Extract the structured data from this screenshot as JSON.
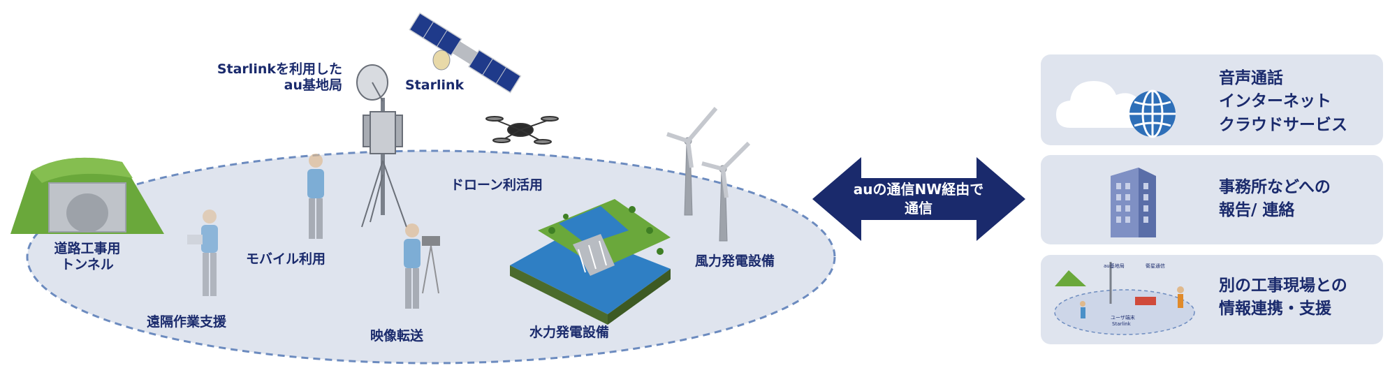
{
  "scene": {
    "labels": {
      "starlink_station_line1": "Starlinkを利用した",
      "starlink_station_line2": "au基地局",
      "starlink": "Starlink",
      "tunnel_line1": "道路工事用",
      "tunnel_line2": "トンネル",
      "drone": "ドローン利活用",
      "mobile": "モバイル利用",
      "remote_support": "遠隔作業支援",
      "video": "映像転送",
      "hydro": "水力発電設備",
      "wind": "風力発電設備"
    }
  },
  "arrow": {
    "line1": "auの通信NW経由で",
    "line2": "通信"
  },
  "panels": [
    {
      "lines": [
        "音声通話",
        "インターネット",
        "クラウドサービス"
      ]
    },
    {
      "lines": [
        "事務所などへの",
        "報告/ 連絡"
      ]
    },
    {
      "lines": [
        "別の工事現場との",
        "情報連携・支援"
      ]
    }
  ],
  "mini_labels": {
    "au": "au基地局",
    "sat": "衛星通信",
    "user": "ユーザ端末",
    "starlink": "Starlink"
  },
  "colors": {
    "navy": "#1a2a6c",
    "field": "#dfe4ee",
    "dash": "#6c8bbf",
    "grass": "#6aa83b",
    "water": "#2f7fc4"
  }
}
